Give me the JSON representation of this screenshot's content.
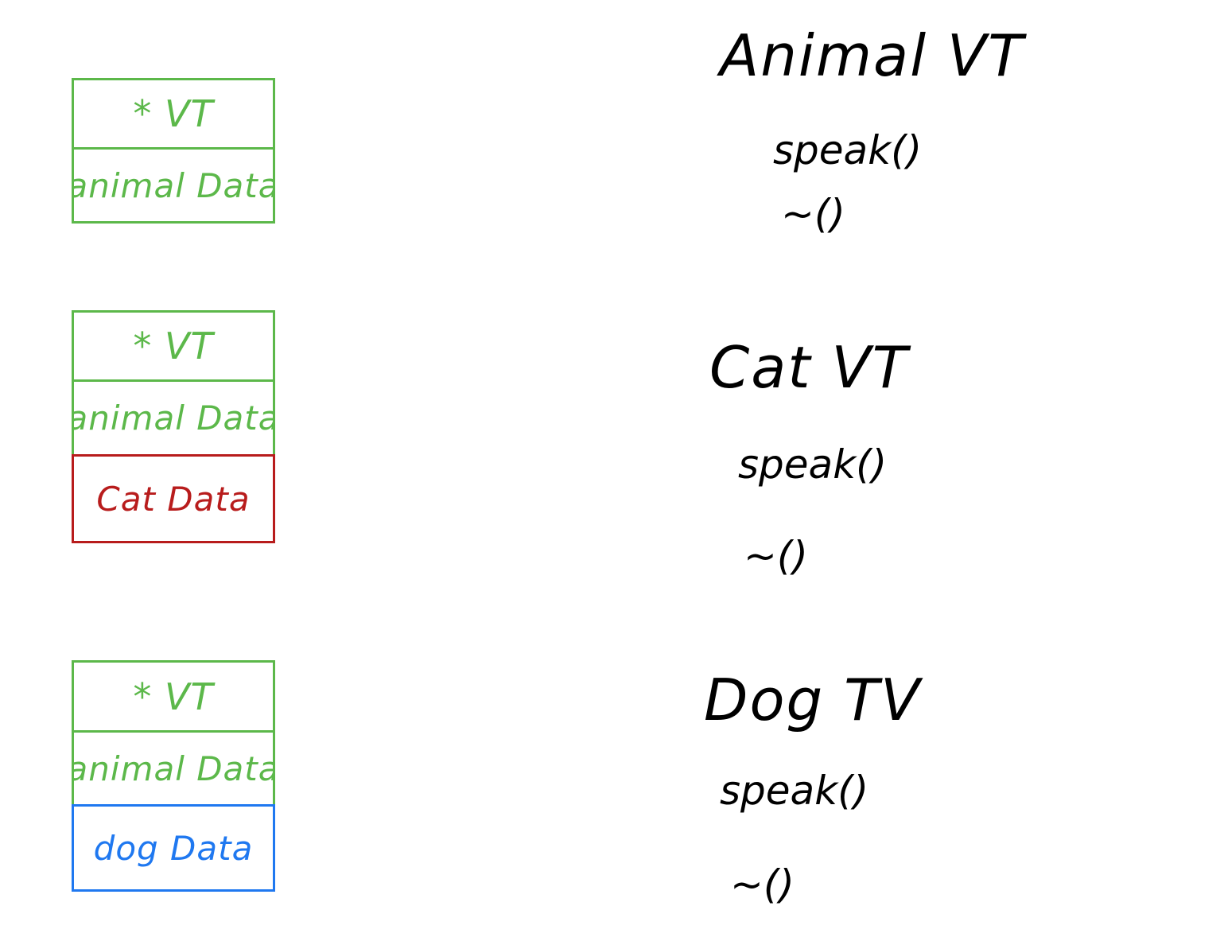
{
  "colors": {
    "green": "#5cb84a",
    "red": "#b81c1c",
    "blue": "#1f78f0"
  },
  "objects": [
    {
      "cells": [
        "* VT",
        "animal Data"
      ]
    },
    {
      "cells": [
        "* VT",
        "animal Data",
        "Cat Data"
      ]
    },
    {
      "cells": [
        "* VT",
        "animal Data",
        "dog Data"
      ]
    }
  ],
  "vtables": [
    {
      "title": "Animal VT",
      "entries": [
        "speak()",
        "~()"
      ]
    },
    {
      "title": "Cat VT",
      "entries": [
        "speak()",
        "~()"
      ]
    },
    {
      "title": "Dog TV",
      "entries": [
        "speak()",
        "~()"
      ]
    }
  ]
}
